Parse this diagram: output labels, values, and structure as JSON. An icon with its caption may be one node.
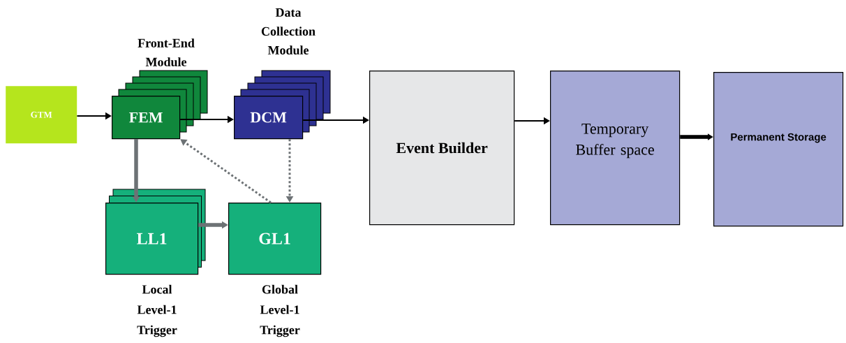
{
  "diagram": {
    "nodes": [
      {
        "text": [
          "GTM"
        ]
      },
      {
        "text": [
          "Front-End Module",
          "FEM"
        ]
      },
      {
        "text": [
          "Data Collection Module",
          "DCM"
        ]
      },
      {
        "text": [
          "Event Builder"
        ]
      },
      {
        "text": [
          "Temporary Buffer space"
        ]
      },
      {
        "text": [
          "Permanent Storage"
        ]
      },
      {
        "text": [
          "LL1",
          "Local Level-1 Trigger"
        ]
      },
      {
        "text": [
          "GL1",
          "Global Level-1 Trigger"
        ]
      }
    ],
    "edges": [
      {
        "from": 0,
        "to": 1,
        "arrow": "to"
      },
      {
        "from": 1,
        "to": 2,
        "arrow": "to"
      },
      {
        "from": 2,
        "to": 3,
        "arrow": "to"
      },
      {
        "from": 3,
        "to": 4,
        "arrow": "to"
      },
      {
        "from": 4,
        "to": 5,
        "arrow": "to",
        "style": "thick"
      },
      {
        "from": 1,
        "to": 6,
        "arrow": "to",
        "style": "thick",
        "color": "#6d7275"
      },
      {
        "from": 6,
        "to": 7,
        "arrow": "to",
        "style": "thick",
        "color": "#6d7275"
      },
      {
        "from": 7,
        "to": 1,
        "arrow": "to",
        "style": "dashed",
        "color": "#6d7275"
      },
      {
        "from": 2,
        "to": 7,
        "arrow": "to",
        "style": "dashed",
        "color": "#6d7275"
      }
    ]
  }
}
